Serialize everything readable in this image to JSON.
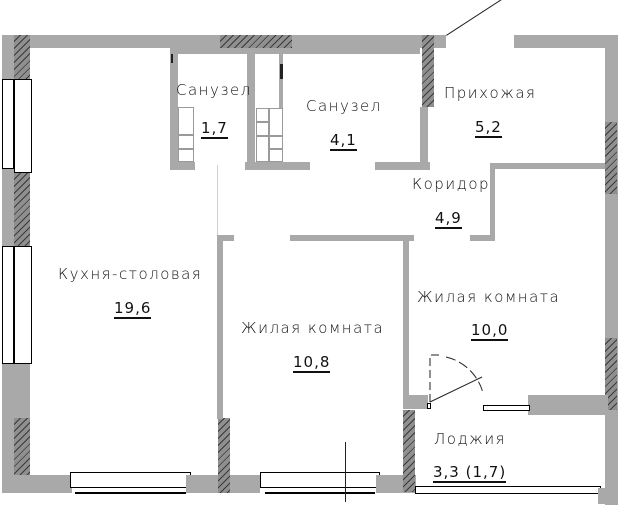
{
  "plan": {
    "rooms": [
      {
        "name": "Санузел",
        "area": "1,7"
      },
      {
        "name": "Санузел",
        "area": "4,1"
      },
      {
        "name": "Прихожая",
        "area": "5,2"
      },
      {
        "name": "Коридор",
        "area": "4,9"
      },
      {
        "name": "Кухня-столовая",
        "area": "19,6"
      },
      {
        "name": "Жилая комната",
        "area": "10,8"
      },
      {
        "name": "Жилая комната",
        "area": "10,0"
      },
      {
        "name": "Лоджия",
        "area": "3,3 (1,7)"
      }
    ],
    "colors": {
      "wall": "#a9a9a9",
      "hatched_wall": "#8f8f8f",
      "text": "#111111",
      "background": "#ffffff"
    }
  }
}
